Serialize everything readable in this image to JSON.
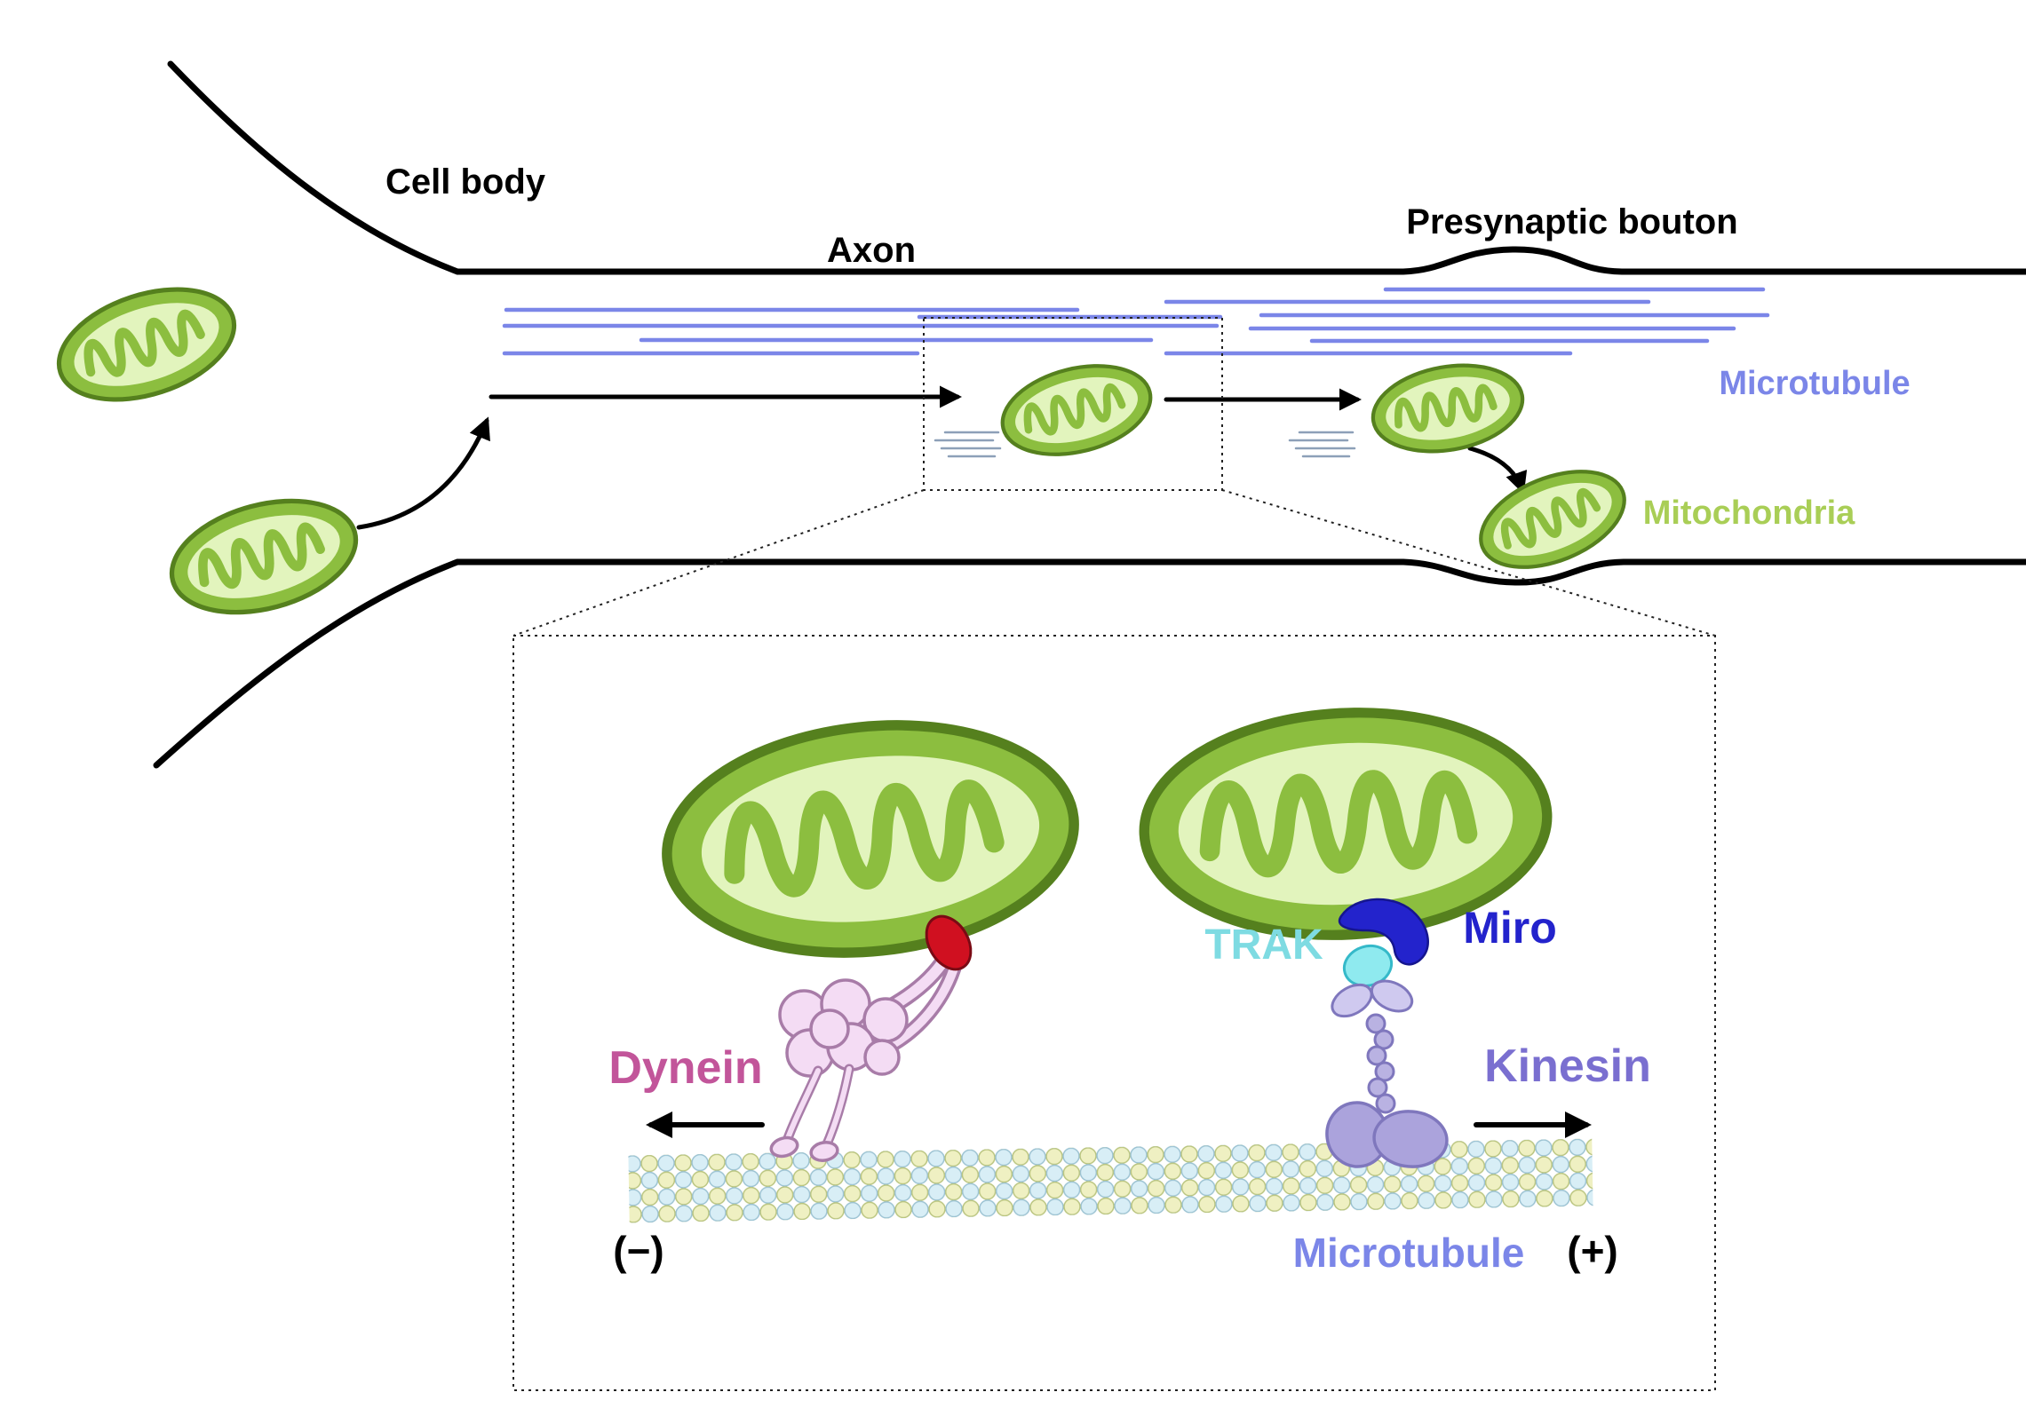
{
  "overview": {
    "cell_body_label": "Cell body",
    "axon_label": "Axon",
    "presynaptic_bouton_label": "Presynaptic bouton",
    "microtubule_label": "Microtubule",
    "mitochondria_label": "Mitochondria"
  },
  "inset": {
    "dynein_label": "Dynein",
    "trak_label": "TRAK",
    "miro_label": "Miro",
    "kinesin_label": "Kinesin",
    "microtubule_label": "Microtubule",
    "minus_end_label": "(−)",
    "plus_end_label": "(+)"
  },
  "colors": {
    "ink": "#000000",
    "microtubule_line": "#7B86E8",
    "microtubule_label": "#7B86E8",
    "mitochondria_label": "#A9CE56",
    "mito_rim": "#8CBE3F",
    "mito_outline": "#55801E",
    "mito_matrix": "#E2F4BD",
    "speed_line": "#8DA0B8",
    "dynein_label": "#C2559A",
    "dynein_body": "#F4DCF4",
    "dynein_outline": "#A87CA8",
    "adapter_red": "#D01020",
    "adapter_red_outline": "#7A0A14",
    "trak_label": "#7EDBE2",
    "trak_body": "#8FEAEF",
    "trak_outline": "#35B9C9",
    "miro_label": "#2323CC",
    "miro_body": "#2323CC",
    "miro_outline": "#15158F",
    "kinesin_label": "#7A6FD0",
    "kinesin_light": "#CFC9EF",
    "kinesin_mid": "#B9B2E2",
    "kinesin_body": "#ABA3DC",
    "kinesin_outline": "#7F77BD",
    "tubulin_a": "#EFF0C2",
    "tubulin_a_outline": "#B9C47E",
    "tubulin_b": "#D8EEF6",
    "tubulin_b_outline": "#9BC2D2"
  }
}
